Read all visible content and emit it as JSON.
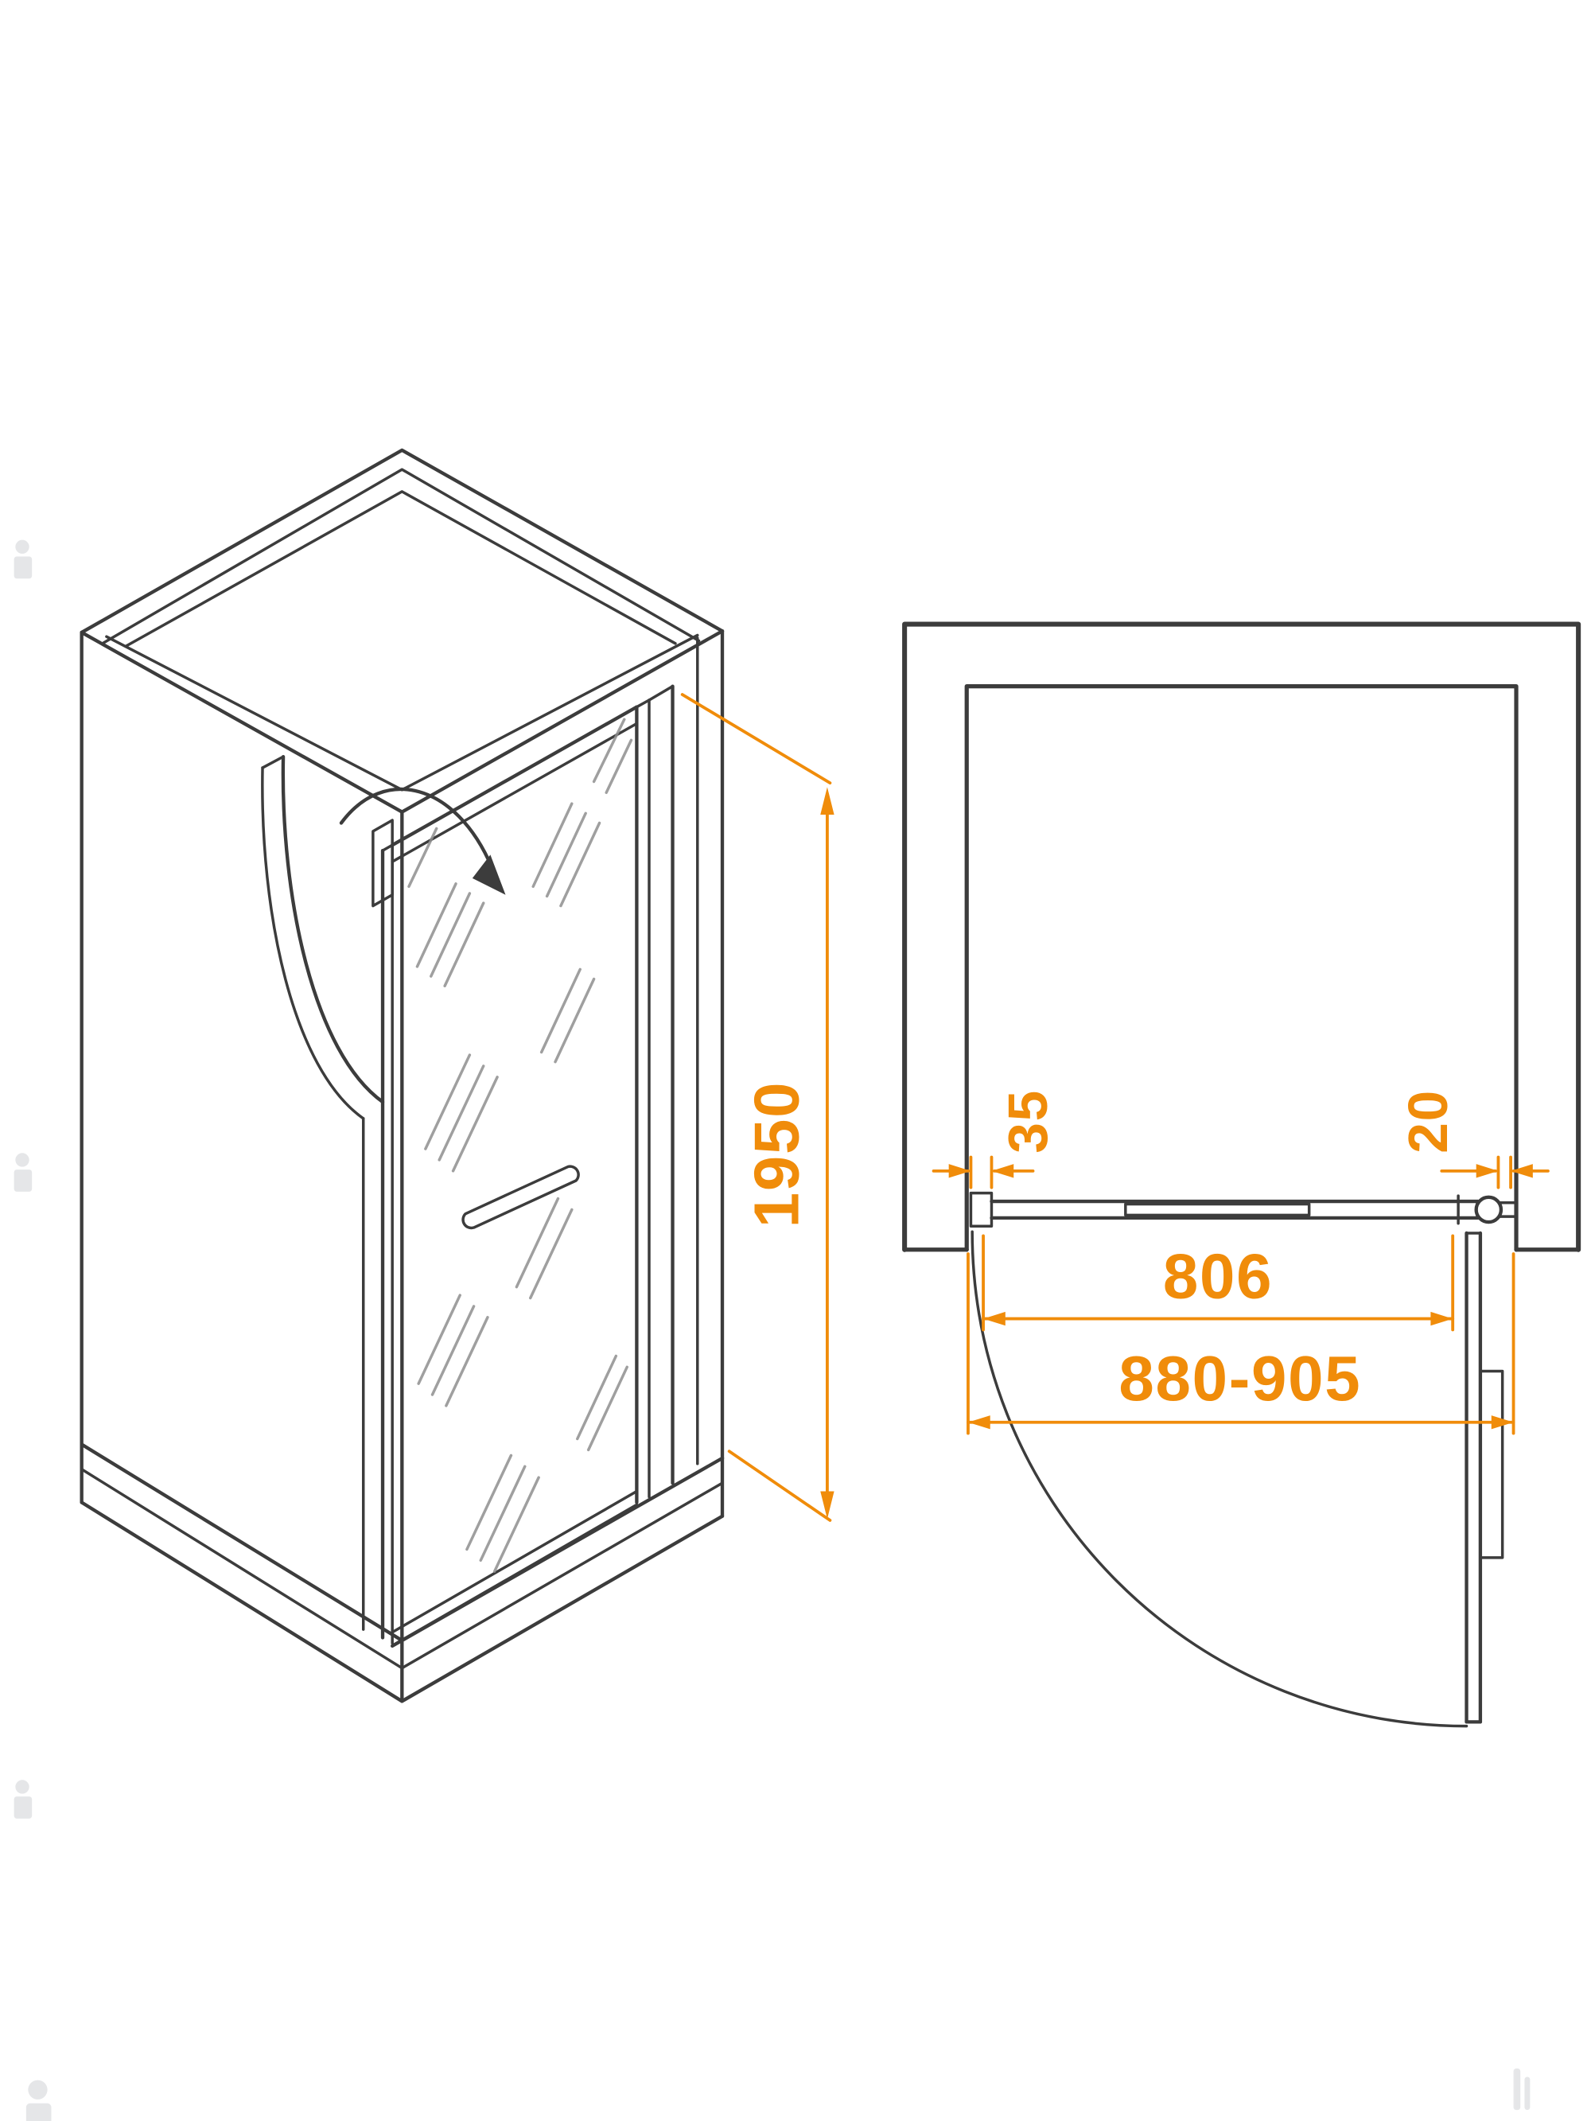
{
  "drawing": {
    "type": "shower-door-technical-drawing",
    "colors": {
      "line": "#3c3c3c",
      "accent": "#f08c0a",
      "background": "#ffffff",
      "glass_hatch": "#8f8f8f",
      "watermark": "#9aa0a6"
    },
    "isometric_view": {
      "height_dimension": "1950"
    },
    "plan_view": {
      "profile_width_dimension": "35",
      "adjustment_dimension": "20",
      "glass_width_dimension": "806",
      "overall_width_range_dimension": "880-905"
    }
  }
}
